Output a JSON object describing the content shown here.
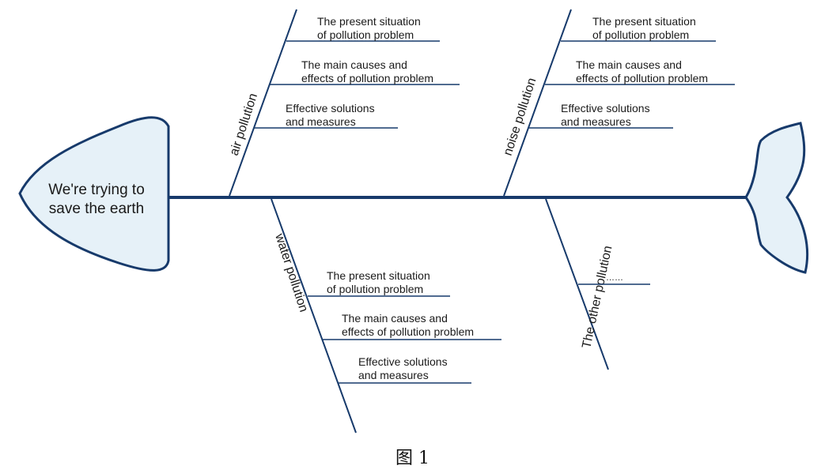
{
  "head": {
    "line1": "We're trying to",
    "line2": "save the earth"
  },
  "branches": {
    "air": {
      "label": "air pollution",
      "items": [
        {
          "line1": "The present situation",
          "line2": "of pollution problem"
        },
        {
          "line1": "The main causes and",
          "line2": "effects of pollution problem"
        },
        {
          "line1": "Effective solutions",
          "line2": "and measures"
        }
      ]
    },
    "noise": {
      "label": "noise pollution",
      "items": [
        {
          "line1": "The present situation",
          "line2": "of pollution problem"
        },
        {
          "line1": "The main causes and",
          "line2": "effects of pollution problem"
        },
        {
          "line1": "Effective solutions",
          "line2": "and measures"
        }
      ]
    },
    "water": {
      "label": "water pollution",
      "items": [
        {
          "line1": "The present situation",
          "line2": "of pollution problem"
        },
        {
          "line1": "The main causes and",
          "line2": "effects of pollution problem"
        },
        {
          "line1": "Effective solutions",
          "line2": "and measures"
        }
      ]
    },
    "other": {
      "label": "The other pollution",
      "items": [
        {
          "line1": "……"
        }
      ]
    }
  },
  "caption": "图 1",
  "colors": {
    "line": "#173a6b",
    "head_fill": "#e6f1f8",
    "text": "#1a1a1a"
  }
}
